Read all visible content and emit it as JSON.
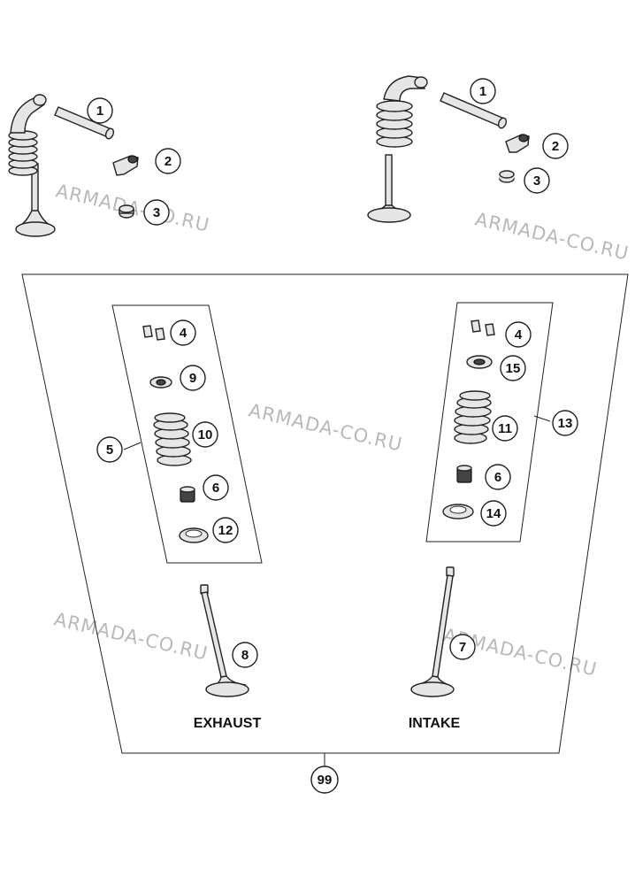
{
  "diagram": {
    "callouts": [
      {
        "id": "c1a",
        "label": "1"
      },
      {
        "id": "c2a",
        "label": "2"
      },
      {
        "id": "c3a",
        "label": "3"
      },
      {
        "id": "c1b",
        "label": "1"
      },
      {
        "id": "c2b",
        "label": "2"
      },
      {
        "id": "c3b",
        "label": "3"
      },
      {
        "id": "c4a",
        "label": "4"
      },
      {
        "id": "c9",
        "label": "9"
      },
      {
        "id": "c10",
        "label": "10"
      },
      {
        "id": "c5",
        "label": "5"
      },
      {
        "id": "c6a",
        "label": "6"
      },
      {
        "id": "c12",
        "label": "12"
      },
      {
        "id": "c4b",
        "label": "4"
      },
      {
        "id": "c15",
        "label": "15"
      },
      {
        "id": "c11",
        "label": "11"
      },
      {
        "id": "c13",
        "label": "13"
      },
      {
        "id": "c6b",
        "label": "6"
      },
      {
        "id": "c14",
        "label": "14"
      },
      {
        "id": "c8",
        "label": "8"
      },
      {
        "id": "c7",
        "label": "7"
      },
      {
        "id": "c99",
        "label": "99"
      }
    ],
    "labels": {
      "exhaust": "EXHAUST",
      "intake": "INTAKE"
    },
    "watermarks": [
      "ARMADA-CO.RU",
      "ARMADA-CO.RU",
      "ARMADA-CO.RU",
      "ARMADA-CO.RU"
    ]
  }
}
